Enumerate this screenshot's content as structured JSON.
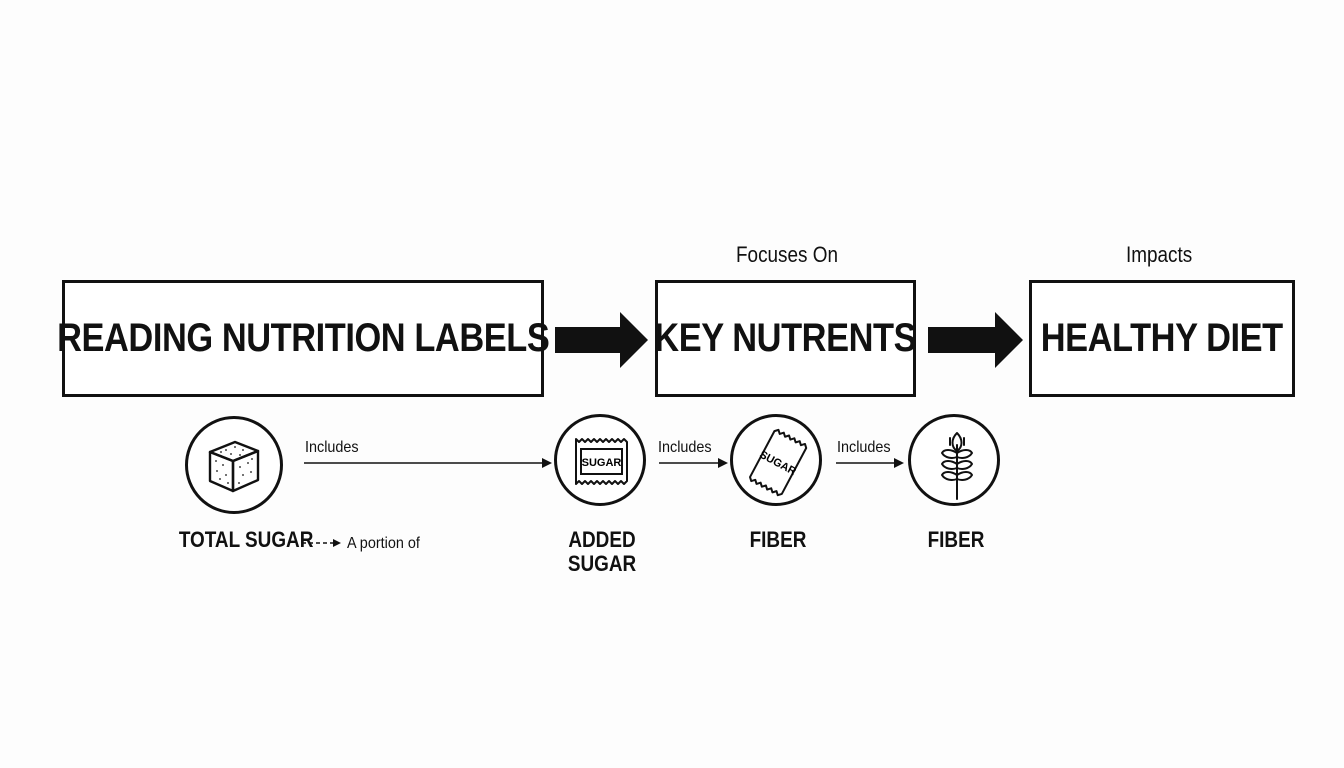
{
  "diagram": {
    "boxes": {
      "reading": "READING NUTRITION LABELS",
      "key": "KEY NUTRENTS",
      "healthy": "HEALTHY DIET"
    },
    "edges": {
      "focuses_on": "Focuses On",
      "impacts": "Impacts"
    },
    "nodes": {
      "total_sugar": "TOTAL SUGAR",
      "added_sugar_line1": "ADDED",
      "added_sugar_line2": "SUGAR",
      "fiber_1": "FIBER",
      "fiber_2": "FIBER"
    },
    "node_edges": {
      "includes_1": "Includes",
      "includes_2": "Includes",
      "includes_3": "Includes",
      "portion_of": "A portion of"
    },
    "icons": {
      "packet_text_1": "SUGAR",
      "packet_text_2": "SUGAR"
    }
  }
}
